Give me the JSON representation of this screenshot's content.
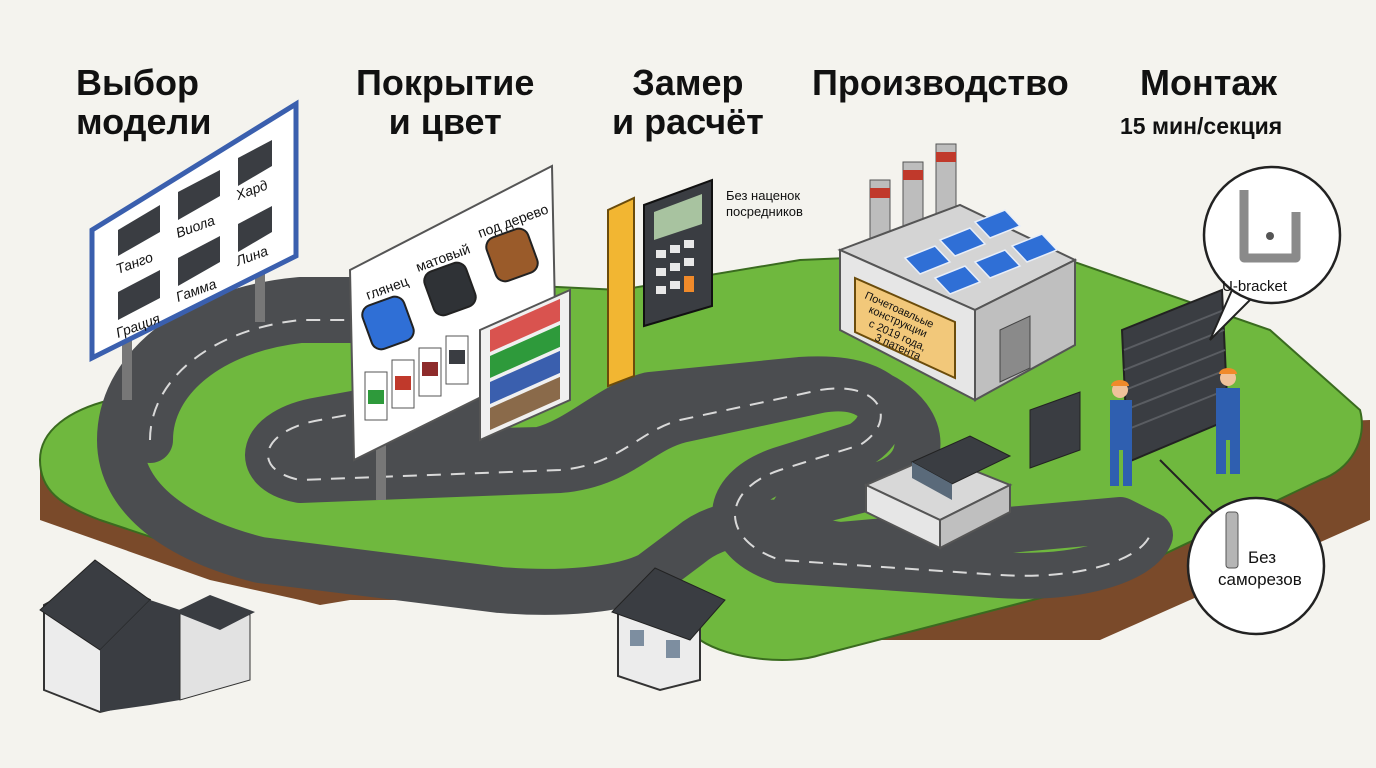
{
  "steps": [
    {
      "title_line1": "Выбор",
      "title_line2": "модели"
    },
    {
      "title_line1": "Покрытие",
      "title_line2": "и цвет"
    },
    {
      "title_line1": "Замер",
      "title_line2": "и расчёт"
    },
    {
      "title_line1": "Производство",
      "title_line2": ""
    },
    {
      "title_line1": "Монтаж",
      "title_line2": "15 мин/секция"
    }
  ],
  "models_board": {
    "models": [
      "Танго",
      "Виола",
      "Хард",
      "Грация",
      "Гамма",
      "Лина"
    ]
  },
  "coating_board": {
    "finishes": [
      "глянец",
      "матовый",
      "под дерево"
    ],
    "swatch_colors": [
      "#2f6fd6",
      "#2f3236",
      "#9a5b2a"
    ]
  },
  "calculator": {
    "note_line1": "Без наценок",
    "note_line2": "посредников"
  },
  "factory": {
    "plaque_line1": "Почетоавльые",
    "plaque_line2": "конструкции",
    "plaque_line3": "с 2019 года,",
    "plaque_line4": "3 патента"
  },
  "montage": {
    "bracket_label": "U-bracket",
    "screws_line1": "Без",
    "screws_line2": "саморезов"
  },
  "colors": {
    "grass": "#6fb83e",
    "road": "#4b4d50",
    "soil": "#7a4a2a",
    "board_frame": "#3a5fae"
  }
}
